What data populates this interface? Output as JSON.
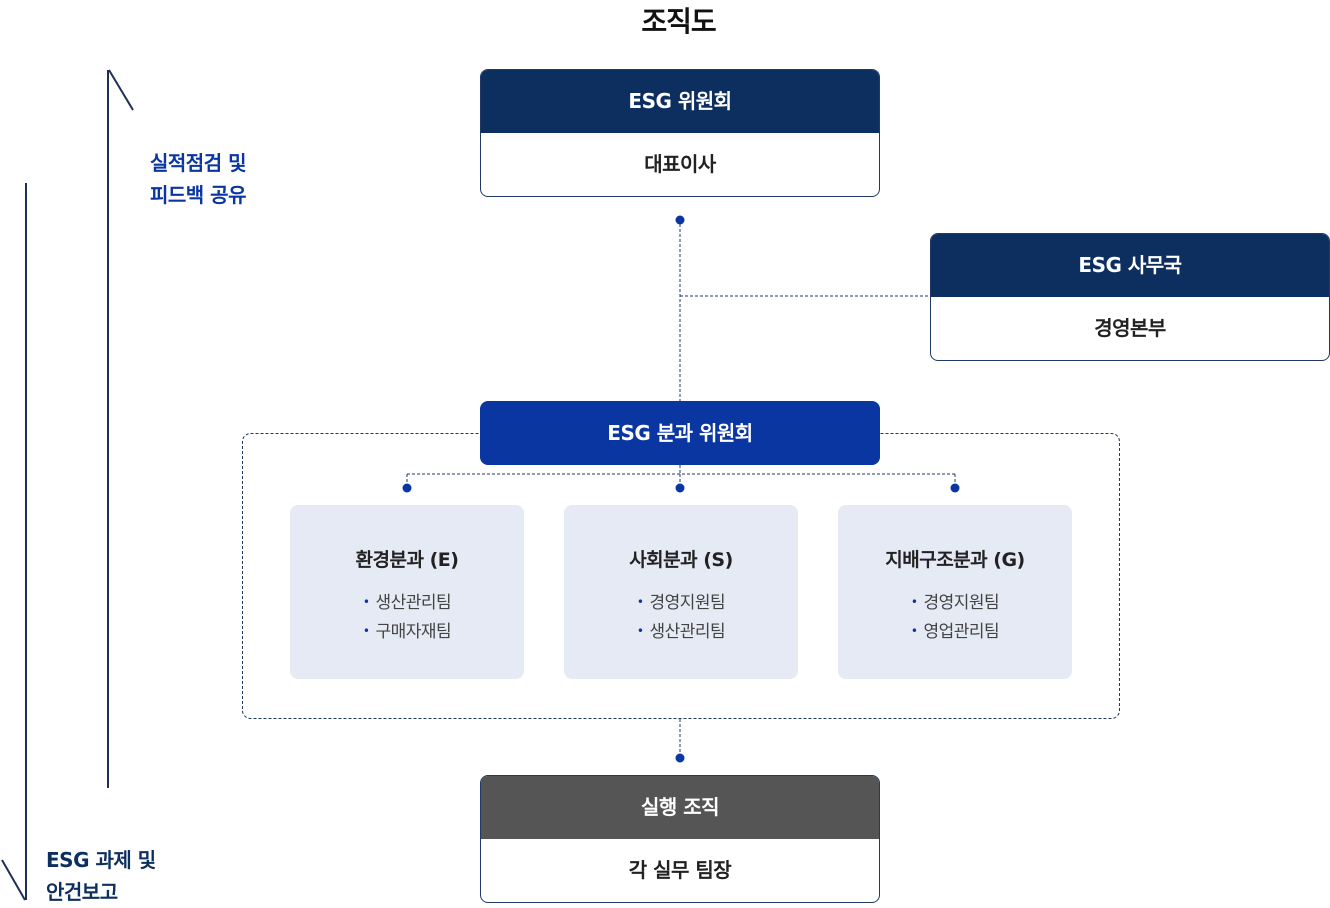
{
  "title": "조직도",
  "committee": {
    "header": "ESG 위원회",
    "body": "대표이사"
  },
  "secretariat": {
    "header": "ESG 사무국",
    "body": "경영본부"
  },
  "subcommittee": {
    "header": "ESG 분과 위원회"
  },
  "departments": [
    {
      "name": "환경분과 (E)",
      "teams": [
        "생산관리팀",
        "구매자재팀"
      ]
    },
    {
      "name": "사회분과 (S)",
      "teams": [
        "경영지원팀",
        "생산관리팀"
      ]
    },
    {
      "name": "지배구조분과 (G)",
      "teams": [
        "경영지원팀",
        "영업관리팀"
      ]
    }
  ],
  "execution": {
    "header": "실행 조직",
    "body": "각 실무 팀장"
  },
  "feedback_label": {
    "line1": "실적점검 및",
    "line2": "피드백 공유"
  },
  "report_label": {
    "line1": "ESG 과제 및",
    "line2": "안건보고"
  },
  "colors": {
    "navy": "#0d2f5f",
    "blue": "#0a36a2",
    "gray": "#555555",
    "dept_bg": "#e6eaf4"
  }
}
